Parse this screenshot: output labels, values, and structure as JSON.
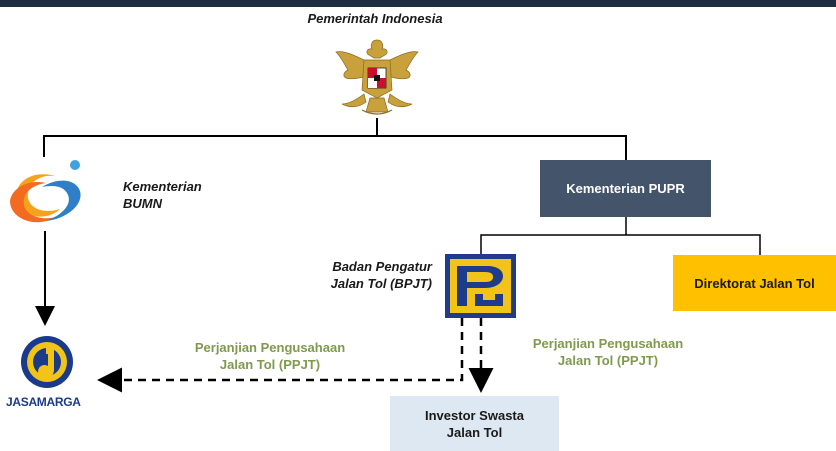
{
  "top_title": "Pemerintah Indonesia",
  "kementerian_bumn": [
    "Kementerian",
    "BUMN"
  ],
  "kementerian_pupr": "Kementerian PUPR",
  "bpjt": [
    "Badan Pengatur",
    "Jalan Tol (BPJT)"
  ],
  "direktorat": "Direktorat Jalan Tol",
  "ppjt_left": [
    "Perjanjian Pengusahaan",
    "Jalan Tol (PPJT)"
  ],
  "ppjt_right": [
    "Perjanjian Pengusahaan",
    "Jalan Tol (PPJT)"
  ],
  "investor": [
    "Investor Swasta",
    "Jalan Tol"
  ],
  "jasamarga_wordmark": "JASAMARGA",
  "colors": {
    "topbar": "#1f2d42",
    "pupr_box": "#44546a",
    "direktorat_box": "#ffc000",
    "investor_box": "#dde8f3",
    "ppjt_text": "#7f9a4e",
    "bpjt_logo": "#1f3c8c",
    "jasamarga_blue": "#1a3a8a",
    "jasamarga_yellow": "#f2c318"
  },
  "icons": [
    "garuda-emblem-icon",
    "bumn-logo-icon",
    "pu-logo-icon",
    "jasamarga-logo-icon"
  ]
}
